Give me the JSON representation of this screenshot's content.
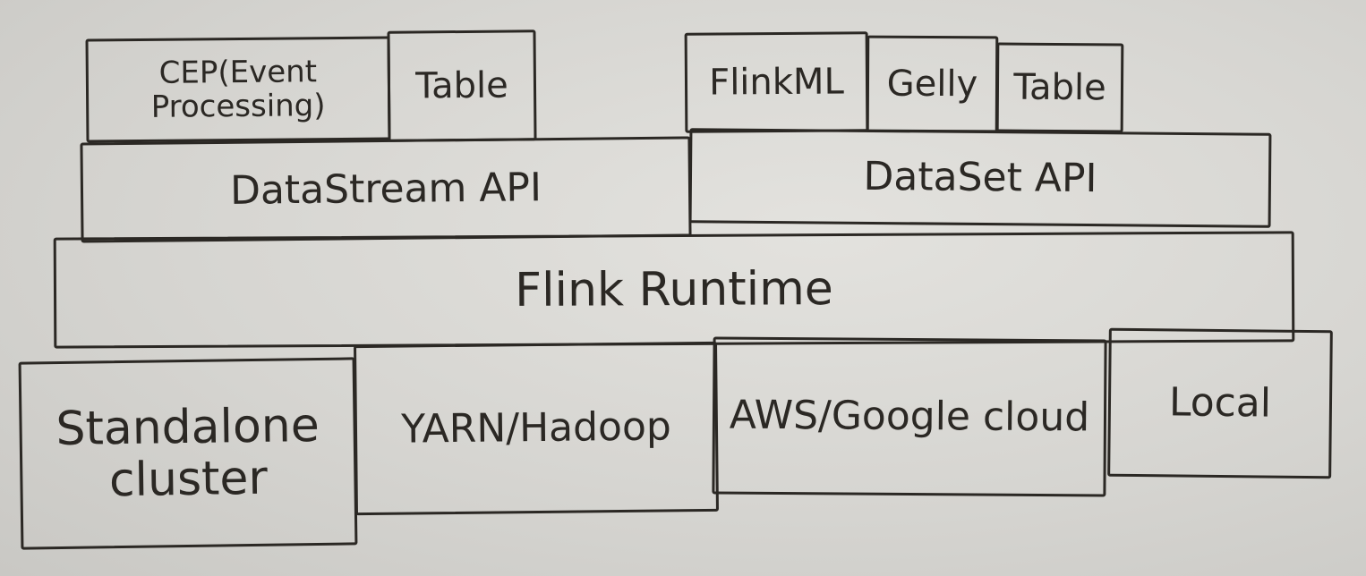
{
  "layers": {
    "libraries": {
      "cep": "CEP(Event Processing)",
      "table_stream": "Table",
      "flinkml": "FlinkML",
      "gelly": "Gelly",
      "table_batch": "Table"
    },
    "apis": {
      "datastream": "DataStream API",
      "dataset": "DataSet API"
    },
    "runtime": {
      "label": "Flink Runtime"
    },
    "deploy": {
      "standalone": "Standalone cluster",
      "yarn": "YARN/Hadoop",
      "cloud": "AWS/Google cloud",
      "local": "Local"
    }
  },
  "colors": {
    "ink": "#2b2824",
    "paper": "#d7d6d2"
  }
}
